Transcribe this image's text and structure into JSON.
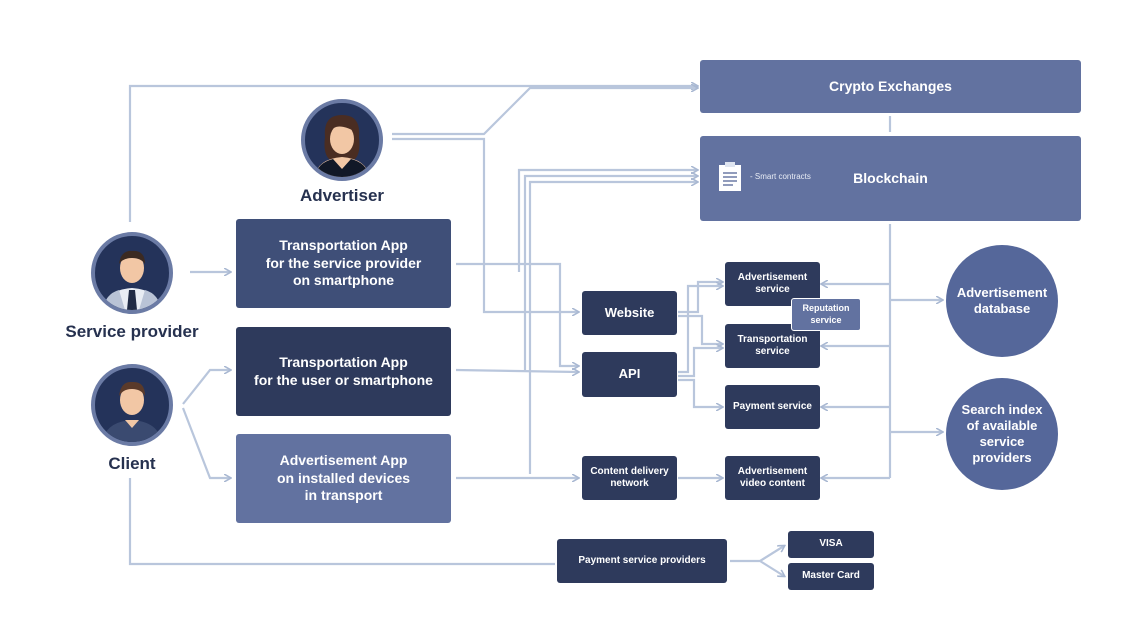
{
  "actors": {
    "advertiser": "Advertiser",
    "service_provider": "Service provider",
    "client": "Client"
  },
  "apps": {
    "provider_app": "Transportation App\nfor the service provider\non smartphone",
    "user_app": "Transportation App\nfor the user or smartphone",
    "ad_app": "Advertisement App\non installed devices\nin transport"
  },
  "nodes": {
    "crypto_exchanges": "Crypto Exchanges",
    "blockchain": "Blockchain",
    "smart_contracts": "- Smart contracts",
    "website": "Website",
    "api": "API",
    "cdn": "Content delivery\nnetwork",
    "advertisement_service": "Advertisement\nservice",
    "reputation_service": "Reputation\nservice",
    "transportation_service": "Transportation\nservice",
    "payment_service": "Payment service",
    "ad_video_content": "Advertisement\nvideo content",
    "payment_service_providers": "Payment service providers",
    "visa": "VISA",
    "master_card": "Master Card"
  },
  "databases": {
    "ad_database": "Advertisement\ndatabase",
    "search_index": "Search index\nof available\nservice\nproviders"
  },
  "colors": {
    "line": "#b9c6dc",
    "dark_box": "#2e3a5c",
    "mid_box": "#3f4f78",
    "light_box": "#6272a0",
    "circle": "#55679a"
  }
}
